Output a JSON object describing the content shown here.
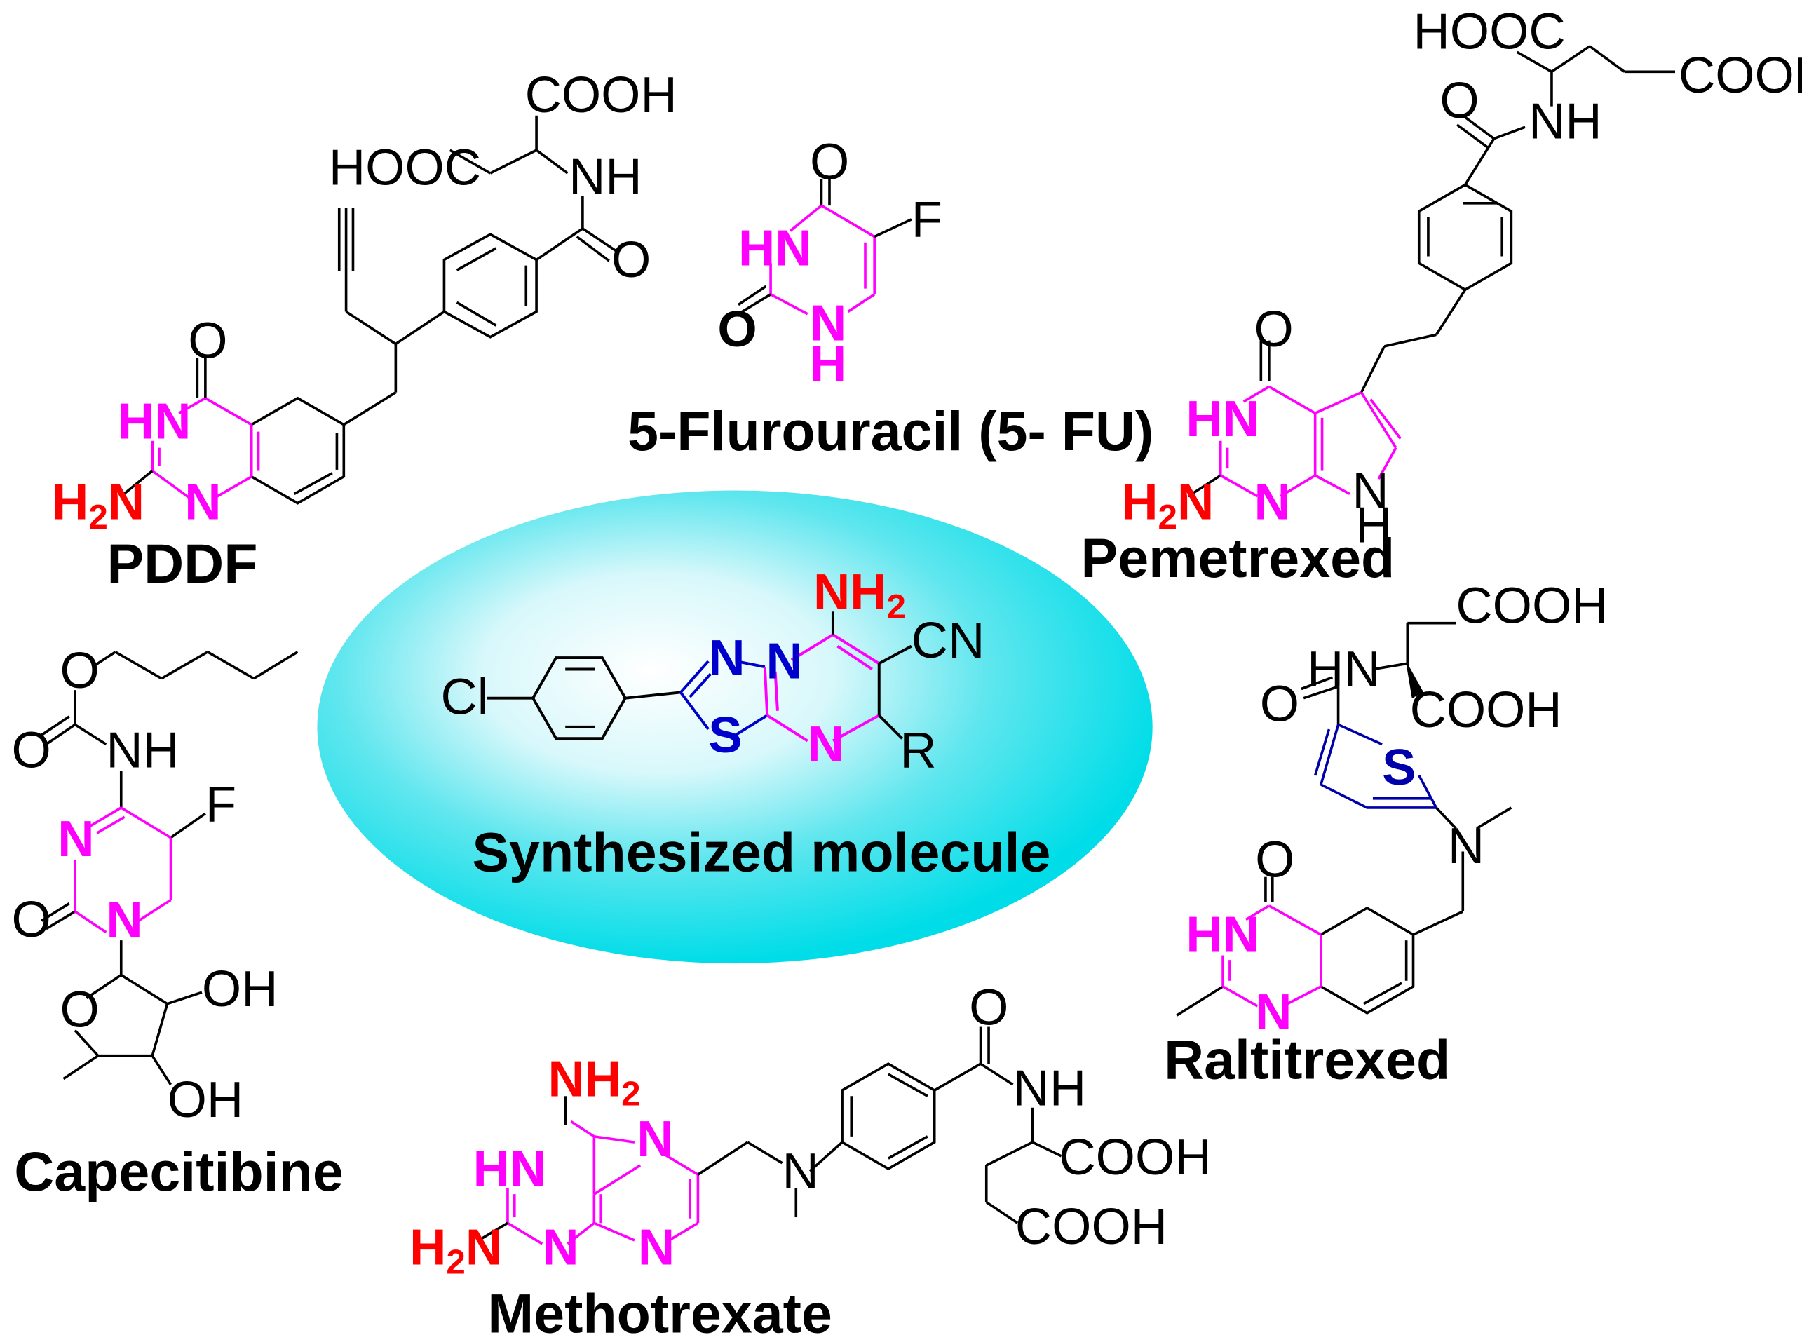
{
  "colors": {
    "ring": "#ff00ff",
    "amine": "#ff0000",
    "hetero": "#0000cc",
    "bond": "#000000",
    "ellipse_outer": "#00e5ee",
    "ellipse_inner": "#ffffff"
  },
  "center": {
    "caption": "Synthesized molecule",
    "atoms": {
      "nh2": "NH",
      "nh2_sub": "2",
      "cn": "CN",
      "cl": "Cl",
      "n1": "N",
      "n2": "N",
      "n3": "N",
      "s": "S",
      "r": "R"
    }
  },
  "pddf": {
    "caption": "PDDF",
    "atoms": {
      "cooh": "COOH",
      "hooc": "HOOC",
      "nh": "NH",
      "o_amide": "O",
      "o_keto": "O",
      "hn": "HN",
      "h2n": "H",
      "h2n_sub": "2",
      "h2n_n": "N",
      "n": "N"
    }
  },
  "fu": {
    "caption": "5-Flurouracil (5- FU)",
    "atoms": {
      "o_top": "O",
      "f": "F",
      "hn": "HN",
      "o_left": "O",
      "n": "N",
      "h": "H"
    }
  },
  "pemetrexed": {
    "caption": "Pemetrexed",
    "atoms": {
      "hooc": "HOOC",
      "cooh": "COOH",
      "o_amide": "O",
      "nh": "NH",
      "o_keto": "O",
      "hn": "HN",
      "h2n": "H",
      "h2n_sub": "2",
      "h2n_n": "N",
      "n": "N",
      "n_pyrrole": "N",
      "h_pyrrole": "H"
    }
  },
  "capecitibine": {
    "caption": "Capecitibine",
    "atoms": {
      "o_ester": "O",
      "o_carbonyl": "O",
      "nh": "NH",
      "f": "F",
      "n_ring": "N",
      "o_ring": "O",
      "n_sugar": "N",
      "o_furan": "O",
      "oh1": "OH",
      "oh2": "OH"
    }
  },
  "raltitrexed": {
    "caption": "Raltitrexed",
    "atoms": {
      "cooh1": "COOH",
      "hn": "HN",
      "cooh2": "COOH",
      "o_amide": "O",
      "s": "S",
      "n_amine": "N",
      "o_keto": "O",
      "hn_ring": "HN",
      "n_ring": "N"
    }
  },
  "methotrexate": {
    "caption": "Methotrexate",
    "atoms": {
      "nh2": "NH",
      "nh2_sub": "2",
      "hn": "HN",
      "h2n": "H",
      "h2n_sub": "2",
      "h2n_n": "N",
      "n1": "N",
      "n2": "N",
      "n3": "N",
      "n_amine": "N",
      "o": "O",
      "nh": "NH",
      "cooh1": "COOH",
      "cooh2": "COOH"
    }
  }
}
